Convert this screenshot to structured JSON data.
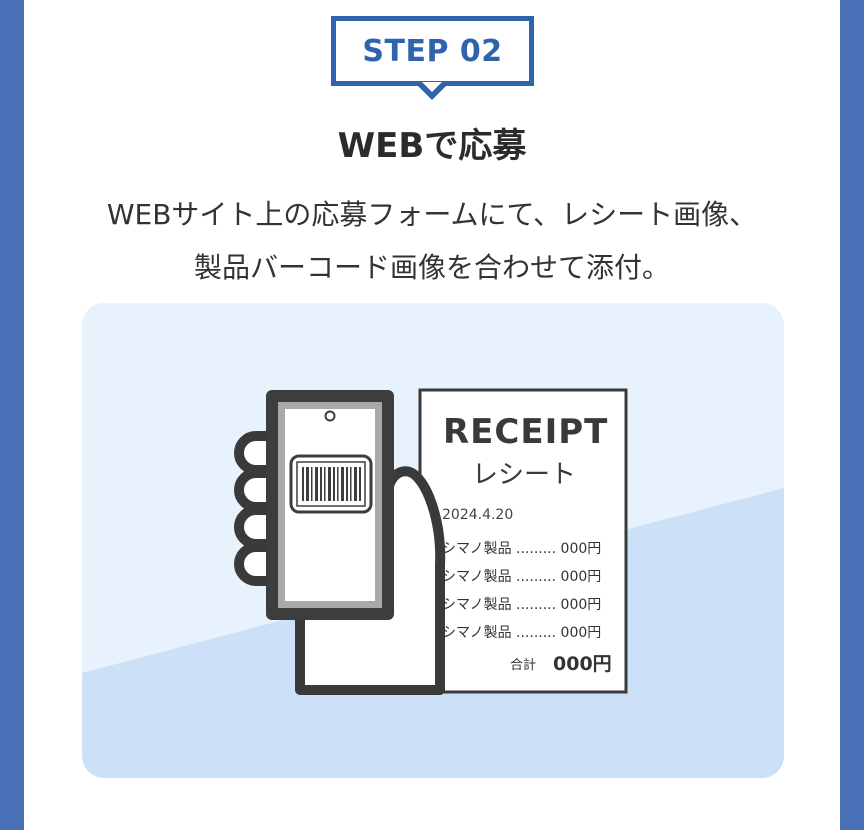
{
  "step": {
    "label": "STEP 02"
  },
  "heading": "WEBで応募",
  "description": {
    "line1": "WEBサイト上の応募フォームにて、レシート画像、",
    "line2": "製品バーコード画像を合わせて添付。"
  },
  "receipt": {
    "title": "RECEIPT",
    "subtitle": "レシート",
    "date": "2024.4.20",
    "items": [
      "シマノ製品 ......... 000円",
      "シマノ製品 ......... 000円",
      "シマノ製品 ......... 000円",
      "シマノ製品 ......... 000円"
    ],
    "total_label": "合計",
    "total_value": "000円"
  },
  "colors": {
    "accent": "#2f63ad",
    "side_bar": "#4a70b8",
    "illustration_bg_light": "#e8f2fd",
    "illustration_bg_dark": "#cce1f7"
  },
  "icons": {
    "phone": "smartphone-icon",
    "barcode": "barcode-icon",
    "hand": "hand-icon"
  }
}
